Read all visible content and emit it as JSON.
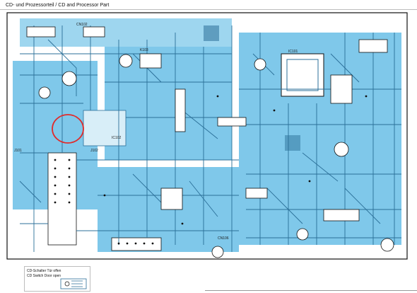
{
  "header": {
    "title": "CD- und Prozessorteil / CD and Processor Part"
  },
  "board": {
    "colors": {
      "copper": "#7fc8ea",
      "trace": "#2b6f98",
      "outline": "#111111",
      "highlight": "#e12a2a"
    },
    "labels": {
      "ic102": "IC102",
      "k103": "K103",
      "cn102": "CN102",
      "ic101": "IC101",
      "cn106": "CN106",
      "j101": "J101",
      "j102": "J102"
    }
  },
  "inset": {
    "line1": "CD-Schalter Tür offen",
    "line2": "CD Switch Door open"
  }
}
